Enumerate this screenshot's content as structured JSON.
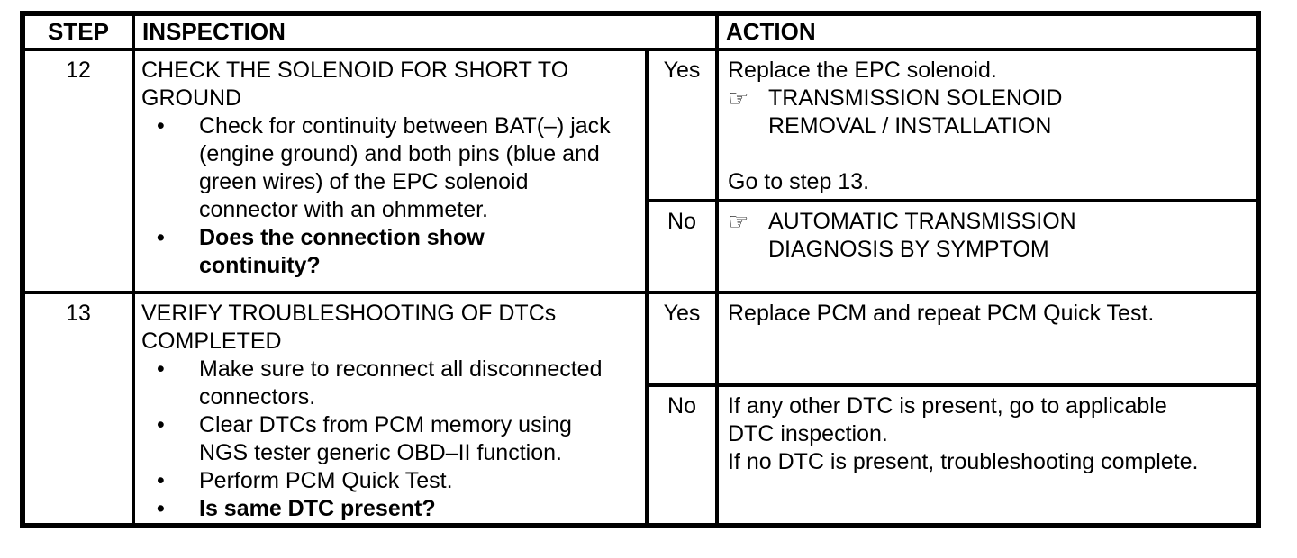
{
  "page": {
    "background_color": "#ffffff",
    "border_color": "#000000",
    "text_color": "#000000"
  },
  "icons": {
    "hand": "☞",
    "bullet": "•"
  },
  "table": {
    "headers": {
      "step": "STEP",
      "inspection": "INSPECTION",
      "action": "ACTION"
    },
    "rows": [
      {
        "step": "12",
        "inspection": {
          "title": "CHECK THE SOLENOID FOR SHORT TO\nGROUND",
          "bullets": [
            {
              "text": "Check for continuity between BAT(–) jack\n(engine ground) and both pins (blue and\ngreen wires) of the EPC solenoid\nconnector with an ohmmeter.",
              "bold": false
            },
            {
              "text": "Does the connection show\ncontinuity?",
              "bold": true
            }
          ]
        },
        "yes": {
          "label": "Yes",
          "intro": "Replace the EPC solenoid.",
          "reference": "TRANSMISSION SOLENOID\nREMOVAL / INSTALLATION",
          "footer": "Go to step 13."
        },
        "no": {
          "label": "No",
          "reference": "AUTOMATIC TRANSMISSION\nDIAGNOSIS BY SYMPTOM"
        }
      },
      {
        "step": "13",
        "inspection": {
          "title": "VERIFY TROUBLESHOOTING OF DTCs\nCOMPLETED",
          "bullets": [
            {
              "text": "Make sure to reconnect all disconnected\nconnectors.",
              "bold": false
            },
            {
              "text": "Clear DTCs from PCM memory using\nNGS tester generic OBD–II function.",
              "bold": false
            },
            {
              "text": "Perform PCM Quick Test.",
              "bold": false
            },
            {
              "text": "Is same DTC present?",
              "bold": true
            }
          ]
        },
        "yes": {
          "label": "Yes",
          "intro": "Replace PCM and repeat PCM Quick Test."
        },
        "no": {
          "label": "No",
          "text": "If any other DTC is present, go to applicable\nDTC inspection.\nIf no DTC is present, troubleshooting complete."
        }
      }
    ]
  }
}
